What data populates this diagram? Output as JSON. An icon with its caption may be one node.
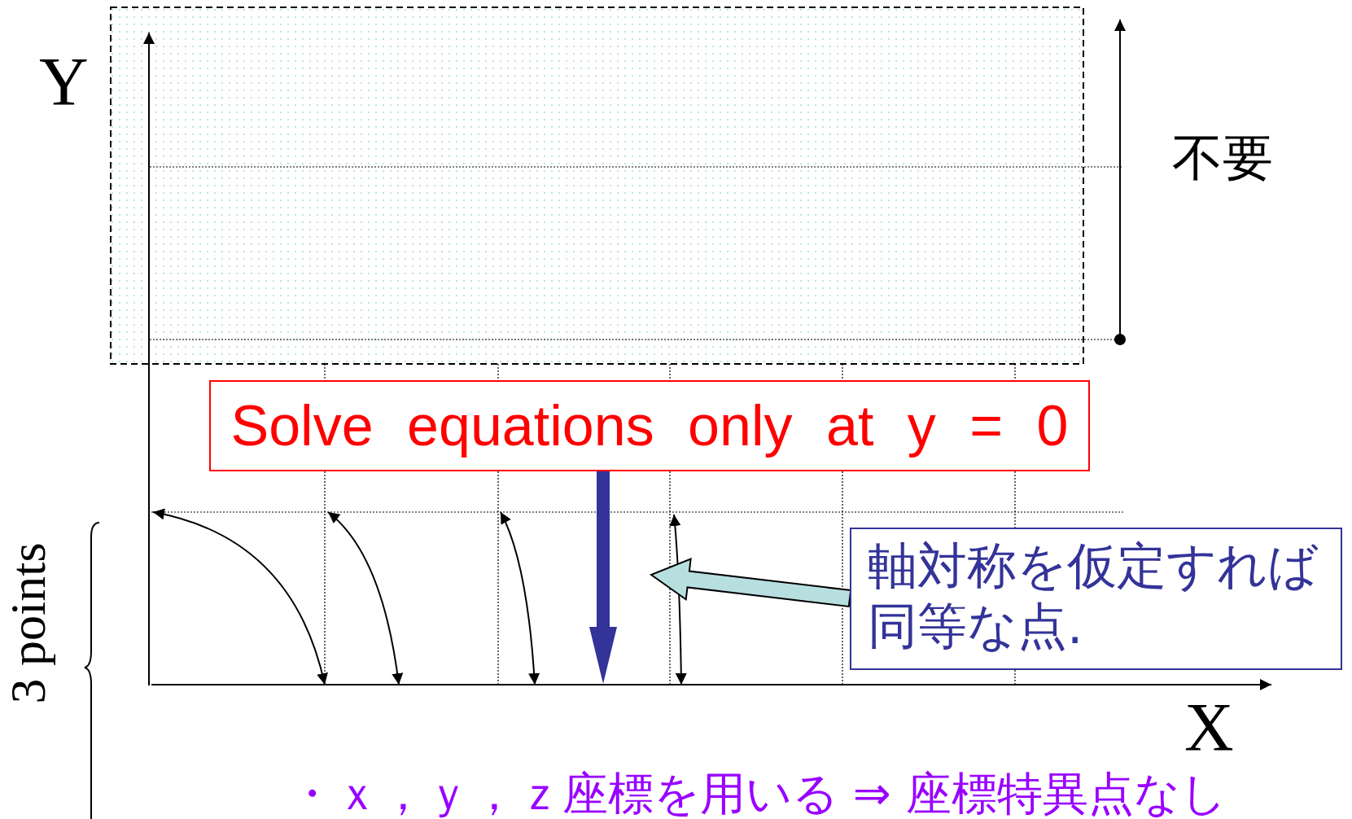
{
  "diagram": {
    "nodes": [
      {
        "text": [
          "Solve equations only at y = 0"
        ]
      },
      {
        "text": [
          "軸対称を仮定すれば同等な点."
        ]
      }
    ],
    "edges": [
      {
        "from": 0,
        "to": null,
        "arrow": "to",
        "style": "thick",
        "color": "#333399"
      },
      {
        "from": 1,
        "to": null,
        "arrow": "to",
        "style": "thick",
        "color": "#b8dfe0"
      }
    ],
    "labels": [
      "Y",
      "不要",
      "3 points",
      "X",
      "・ｘ，ｙ，ｚ座標を用いる ⇒ 座標特異点なし"
    ]
  }
}
